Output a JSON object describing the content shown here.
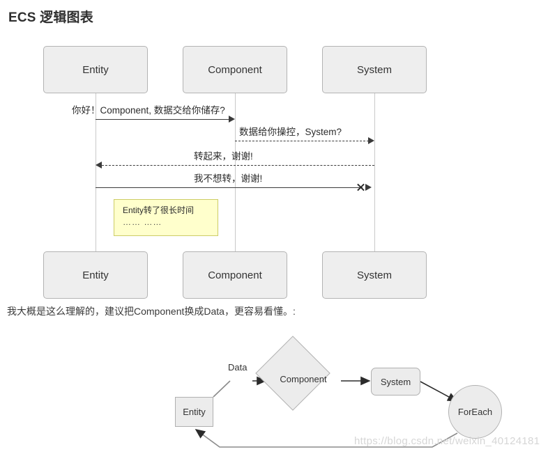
{
  "page": {
    "title": "ECS 逻辑图表",
    "caption": "我大概是这么理解的，建议把Component换成Data，更容易看懂。:",
    "watermark": "https://blog.csdn.net/weixin_40124181"
  },
  "sequence_diagram": {
    "participants": [
      {
        "id": "entity",
        "label": "Entity"
      },
      {
        "id": "component",
        "label": "Component"
      },
      {
        "id": "system",
        "label": "System"
      }
    ],
    "participants_bottom": [
      {
        "id": "entity",
        "label": "Entity"
      },
      {
        "id": "component",
        "label": "Component"
      },
      {
        "id": "system",
        "label": "System"
      }
    ],
    "messages": [
      {
        "id": "msg-1",
        "text": "你好！Component, 数据交给你储存?",
        "from": "entity",
        "to": "component",
        "style": "solid",
        "direction": "right"
      },
      {
        "id": "msg-2",
        "text": "数据给你操控，System?",
        "from": "component",
        "to": "system",
        "style": "dashed",
        "direction": "right"
      },
      {
        "id": "msg-3",
        "text": "转起来，谢谢!",
        "from": "system",
        "to": "entity",
        "style": "dashed",
        "direction": "left"
      },
      {
        "id": "msg-4",
        "text": "我不想转，谢谢!",
        "from": "entity",
        "to": "system",
        "style": "solid",
        "direction": "right",
        "terminator": "x"
      }
    ],
    "note": {
      "line1": "Entity转了很长时间",
      "line2": "…… ……",
      "fill_color": "#ffffcc",
      "border_color": "#cccc66"
    }
  },
  "flowchart": {
    "nodes": [
      {
        "id": "entity",
        "label": "Entity",
        "shape": "rect"
      },
      {
        "id": "component",
        "label": "Component",
        "shape": "diamond"
      },
      {
        "id": "system",
        "label": "System",
        "shape": "rounded-rect"
      },
      {
        "id": "foreach",
        "label": "ForEach",
        "shape": "circle"
      }
    ],
    "edges": [
      {
        "from": "entity",
        "to": "component",
        "label": "Data"
      },
      {
        "from": "component",
        "to": "system",
        "label": ""
      },
      {
        "from": "system",
        "to": "foreach",
        "label": ""
      },
      {
        "from": "foreach",
        "to": "entity",
        "label": ""
      }
    ]
  },
  "colors": {
    "node_fill": "#ececec",
    "node_border": "#b0b0b0",
    "line": "#3a3a3a",
    "lifeline": "#c9c9c9",
    "note_fill": "#ffffcc"
  }
}
